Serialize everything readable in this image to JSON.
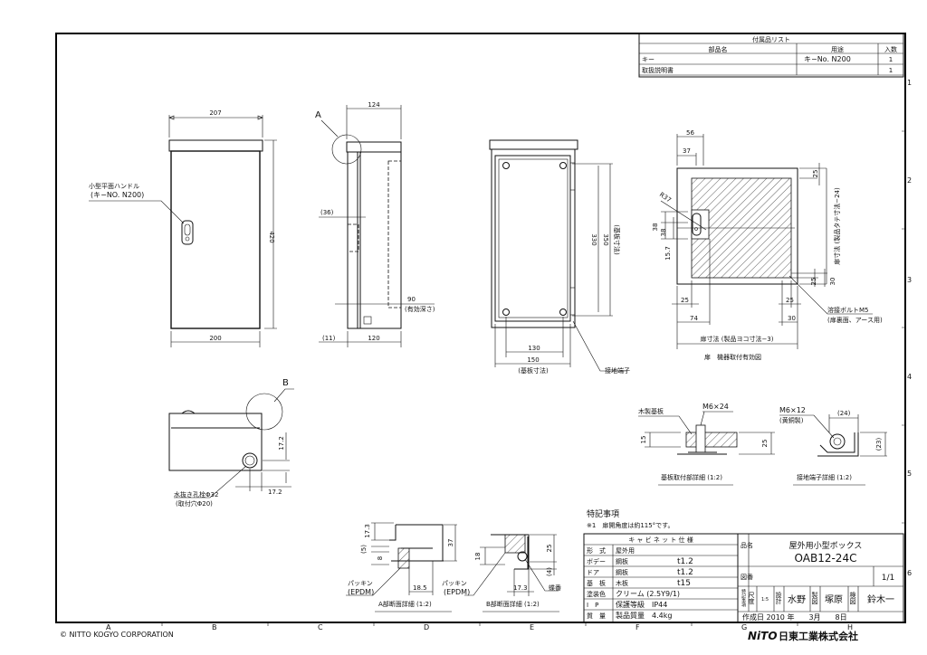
{
  "parts_list": {
    "title": "付属品リスト",
    "headers": [
      "部品名",
      "用途",
      "入数"
    ],
    "rows": [
      [
        "キー",
        "キ−No. N200",
        "1"
      ],
      [
        "取扱説明書",
        "",
        "1"
      ]
    ]
  },
  "border": {
    "rows": [
      "1",
      "2",
      "3",
      "4",
      "5",
      "6"
    ],
    "columns": [
      "A",
      "B",
      "C",
      "D",
      "E",
      "F",
      "G",
      "H"
    ]
  },
  "front_view": {
    "dim_top": "207",
    "dim_height": "420",
    "dim_bottom": "200",
    "handle_label": "小型平面ハンドル",
    "handle_key": "(キ−NO. N200)"
  },
  "side_view": {
    "detail_mark": "A",
    "dim_top": "124",
    "dim_handle": "(36)",
    "dim_depth": "90",
    "dim_depth_note": "(有効深さ)",
    "dim_offset": "(11)",
    "dim_bottom": "120"
  },
  "inner_view": {
    "dim_330": "330",
    "dim_350": "350",
    "dim_v_note": "(基板寸法)",
    "dim_130": "130",
    "dim_150": "150",
    "dim_h_note": "(基板寸法)",
    "ground_label": "接地端子"
  },
  "door_view": {
    "dim_56": "56",
    "dim_37": "37",
    "r37": "R37",
    "dim_38a": "38",
    "dim_38b": "38",
    "dim_157": "15.7",
    "dim_25_top": "25",
    "dim_height_note": "扉寸法 (製品タテ寸法−24)",
    "dim_25_b": "25",
    "dim_30_b": "30",
    "dim_25_left": "25",
    "dim_74": "74",
    "dim_25_right": "25",
    "dim_30_right": "30",
    "bolt_label": "溶接ボルトM5",
    "bolt_note": "(扉裏面、アース用)",
    "dim_width_note": "扉寸法 (製品ヨコ寸法−3)",
    "caption": "扉　機器取付有効図"
  },
  "bottom_view": {
    "detail_mark": "B",
    "dim_v": "17.2",
    "dim_h": "17.2",
    "drain_label": "水抜き孔栓Φ32",
    "drain_note": "(取付穴Φ20)"
  },
  "detail_board": {
    "wood_label": "木製基板",
    "screw": "M6×24",
    "dim_15": "15",
    "dim_25": "25",
    "caption": "基板取付部詳細 (1:2)"
  },
  "detail_ground": {
    "screw": "M6×12",
    "screw_note": "(黄銅製)",
    "dim_24": "(24)",
    "dim_23": "(23)",
    "caption": "接地端子詳細 (1:2)"
  },
  "detail_a": {
    "dim_173": "17.3",
    "dim_5": "(5)",
    "dim_8": "8",
    "dim_37": "37",
    "dim_185": "18.5",
    "packing": "パッキン",
    "packing_mat": "(EPDM)",
    "caption": "A部断面詳細 (1:2)"
  },
  "detail_b": {
    "dim_18": "18",
    "dim_25": "25",
    "dim_4": "(4)",
    "dim_173": "17.3",
    "packing": "パッキン",
    "packing_mat": "(EPDM)",
    "hinge": "蝶番",
    "caption": "B部断面詳細 (1:2)"
  },
  "notes": {
    "title": "特記事項",
    "line1": "※1　扉開角度は約115°です。"
  },
  "spec_table": {
    "title": "キ ャ ビ ネ ッ ト 仕 様",
    "rows": [
      [
        "形　式",
        "屋外用",
        ""
      ],
      [
        "ボデー",
        "鋼板",
        "t1.2"
      ],
      [
        "ドア",
        "鋼板",
        "t1.2"
      ],
      [
        "基　板",
        "木板",
        "t15"
      ],
      [
        "塗装色",
        "クリーム (2.5Y9/1)",
        ""
      ],
      [
        "I　P",
        "保護等級　IP44",
        ""
      ],
      [
        "質　量",
        "製品質量　4.4kg",
        ""
      ]
    ]
  },
  "title_block": {
    "name_label": "品名",
    "product_name": "屋外用小型ボックス",
    "model": "OAB12-24C",
    "drawing_no_label": "図番",
    "sheet": "1/1",
    "meta_label": "特記事項",
    "scale_label": "尺度",
    "scale": "1:5",
    "design_label": "設計",
    "designer": "水野",
    "draft_label": "製図",
    "drafter": "塚原",
    "check_label": "検図",
    "checker": "鈴木一",
    "date": "作成日 2010 年　　3月　　8日"
  },
  "footer": {
    "copyright": "© NITTO KOGYO CORPORATION",
    "logo_text": "NiTO",
    "company": "日東工業株式会社"
  }
}
